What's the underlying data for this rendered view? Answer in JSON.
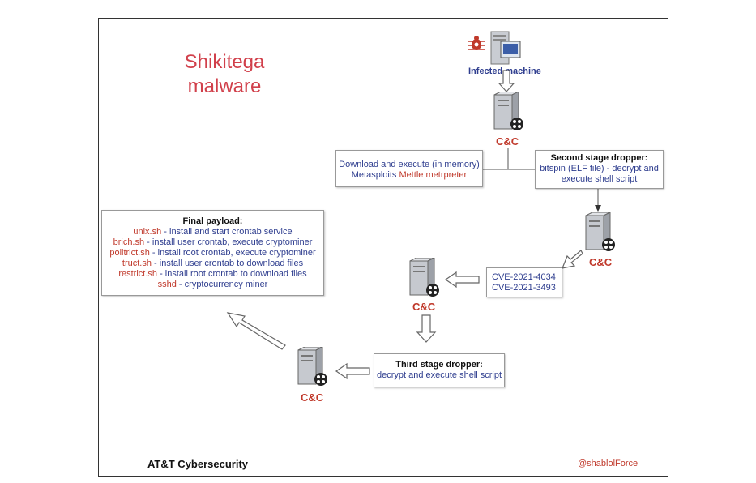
{
  "title": {
    "line1": "Shikitega",
    "line2": "malware"
  },
  "infected_label": "Infected machine",
  "cc_label": "C&C",
  "memory_box": {
    "line1": "Download and execute (in memory)",
    "line2_prefix": "Metasploits ",
    "line2_highlight": "Mettle metrpreter"
  },
  "second_stage": {
    "heading": "Second stage dropper:",
    "line1": "bitspin (ELF file) - decrypt and",
    "line2": "execute shell script"
  },
  "cves": [
    "CVE-2021-4034",
    "CVE-2021-3493"
  ],
  "third_stage": {
    "heading": "Third stage dropper:",
    "line1": "decrypt and execute shell script"
  },
  "final_payload": {
    "heading": "Final payload:",
    "items": [
      {
        "name": "unix.sh",
        "desc": " - install and start crontab service"
      },
      {
        "name": "brich.sh",
        "desc": " - install user crontab, execute cryptominer"
      },
      {
        "name": "politrict.sh",
        "desc": " - install root crontab, execute cryptominer"
      },
      {
        "name": "truct.sh",
        "desc": " - install user crontab to download files"
      },
      {
        "name": "restrict.sh",
        "desc": " - install root crontab to download files"
      },
      {
        "name": "sshd",
        "desc": " - cryptocurrency miner"
      }
    ]
  },
  "footer": {
    "left": "AT&T Cybersecurity",
    "right": "@shablolForce"
  },
  "colors": {
    "title": "#d1404b",
    "text_blue": "#2f3e8f",
    "text_red": "#c0392b"
  }
}
